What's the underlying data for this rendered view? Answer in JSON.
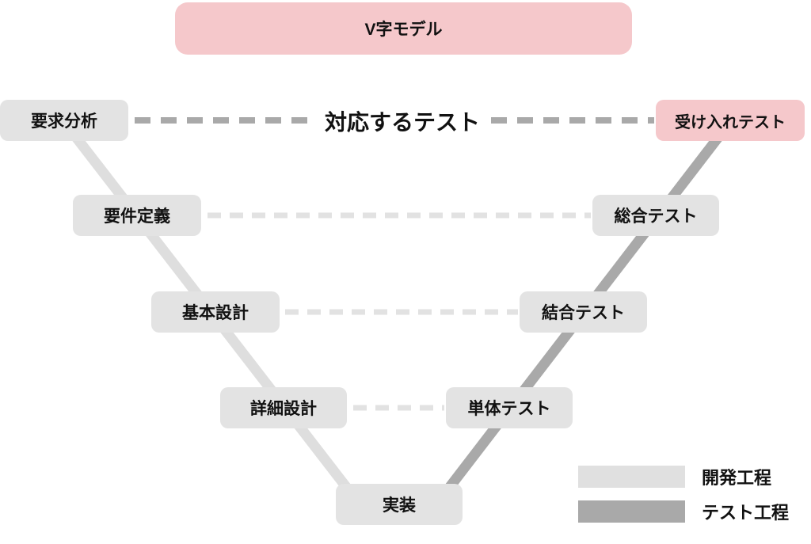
{
  "title_banner": {
    "label": "V字モデル"
  },
  "correspondence": {
    "label": "対応するテスト"
  },
  "development_stages": [
    {
      "label": "要求分析"
    },
    {
      "label": "要件定義"
    },
    {
      "label": "基本設計"
    },
    {
      "label": "詳細設計"
    },
    {
      "label": "実装"
    }
  ],
  "test_stages": [
    {
      "label": "受け入れテスト"
    },
    {
      "label": "総合テスト"
    },
    {
      "label": "結合テスト"
    },
    {
      "label": "単体テスト"
    }
  ],
  "legend": [
    {
      "label": "開発工程",
      "color": "#e0e0e0"
    },
    {
      "label": "テスト工程",
      "color": "#a9a9a9"
    }
  ],
  "colors": {
    "highlight_pink": "#f5c8cb",
    "node_gray": "#e3e3e3",
    "dev_line_gray": "#dedede",
    "test_line_gray": "#a9a9a9",
    "dash_dark": "#a9a9a9",
    "dash_light": "#e2e2e2",
    "text": "#111111",
    "background": "#ffffff"
  }
}
